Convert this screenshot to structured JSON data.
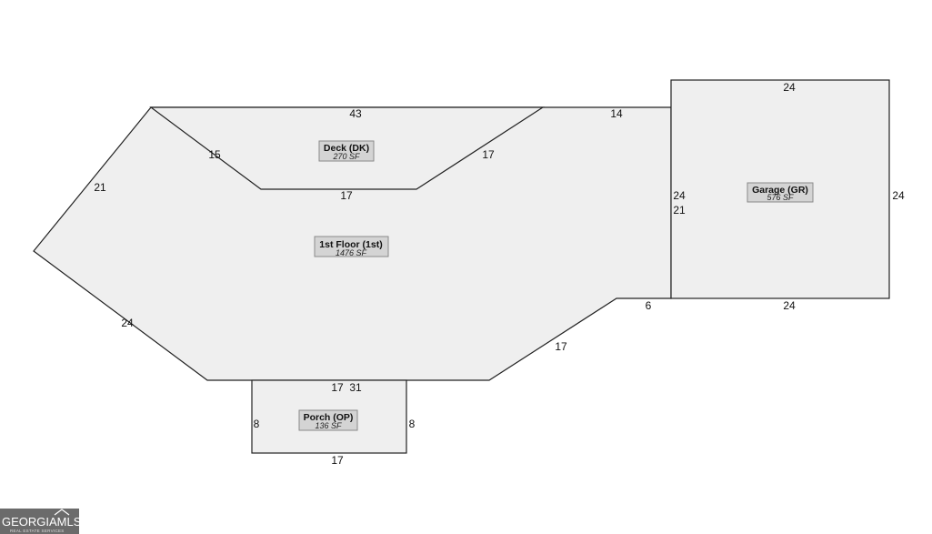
{
  "rooms": {
    "first_floor": {
      "name": "1st Floor (1st)",
      "area": "1476 SF"
    },
    "deck": {
      "name": "Deck (DK)",
      "area": "270 SF"
    },
    "porch": {
      "name": "Porch (OP)",
      "area": "136 SF"
    },
    "garage": {
      "name": "Garage (GR)",
      "area": "576 SF"
    }
  },
  "dimensions": {
    "top_43": "43",
    "top_14": "14",
    "deck_left_15": "15",
    "deck_right_17": "17",
    "deck_bottom_17": "17",
    "left_upper_21": "21",
    "left_lower_24": "24",
    "bottom_right_17": "17",
    "step_6": "6",
    "bottom_17": "17",
    "bottom_31": "31",
    "garage_inner_21": "21",
    "garage_top_24": "24",
    "garage_left_24": "24",
    "garage_right_24": "24",
    "garage_bottom_24": "24",
    "porch_left_8": "8",
    "porch_right_8": "8",
    "porch_bottom_17": "17"
  },
  "logo": {
    "main": "GEORGIAMLS",
    "sub": "REAL ESTATE SERVICES",
    "colors": {
      "background": "#6b6b6b",
      "text": "#ffffff"
    }
  }
}
